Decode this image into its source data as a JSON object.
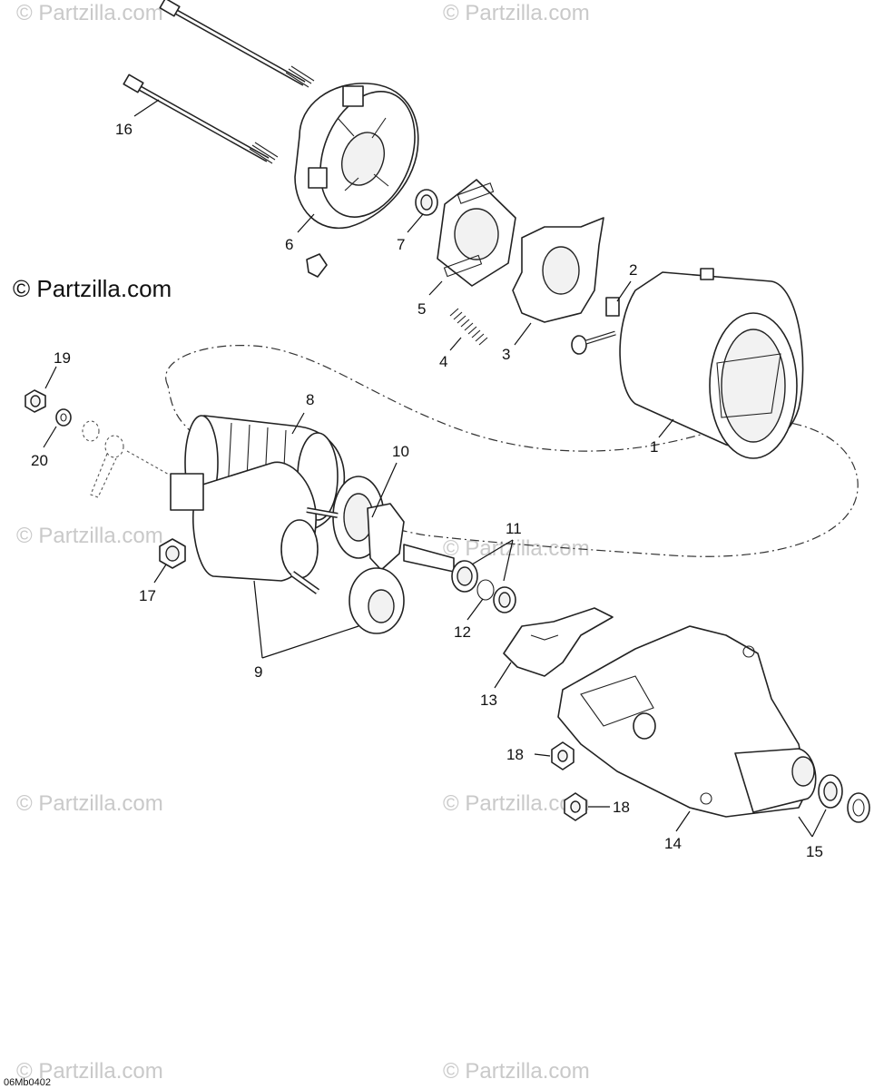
{
  "brand": {
    "text": "© Partzilla.com"
  },
  "watermark": {
    "text": "© Partzilla.com"
  },
  "diagram_code": "06Mb0402",
  "callouts": {
    "c1": "1",
    "c2": "2",
    "c3": "3",
    "c4": "4",
    "c5": "5",
    "c6": "6",
    "c7": "7",
    "c8": "8",
    "c9": "9",
    "c10": "10",
    "c11": "11",
    "c12": "12",
    "c13": "13",
    "c14": "14",
    "c15": "15",
    "c16": "16",
    "c17": "17",
    "c18a": "18",
    "c18b": "18",
    "c19": "19",
    "c20": "20"
  }
}
